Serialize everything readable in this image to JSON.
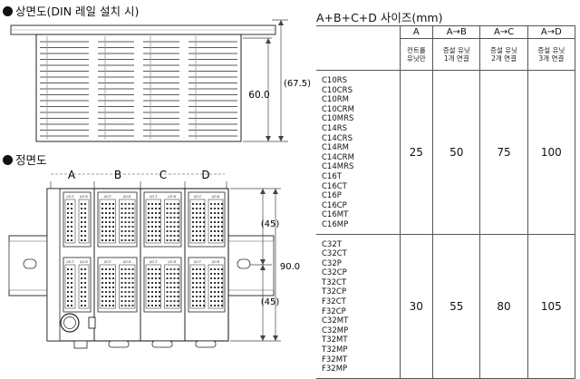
{
  "top_view": {
    "title": "상면도(DIN 레일 설치 시)",
    "dim_inner": "60.0",
    "dim_outer": "(67.5)"
  },
  "front_view": {
    "title": "정면도",
    "segments": [
      "A",
      "B",
      "C",
      "D"
    ],
    "dim_upper": "(45)",
    "dim_lower": "(45)",
    "dim_total": "90.0",
    "module_label_left": "I/O-T",
    "module_label_right": "I/O-R"
  },
  "size_table": {
    "title": "A+B+C+D 사이즈(mm)",
    "columns": [
      {
        "head": "A",
        "sub": [
          "컨트롤",
          "유닛만"
        ]
      },
      {
        "head": "A→B",
        "sub": [
          "증설 유닛",
          "1개 연결"
        ]
      },
      {
        "head": "A→C",
        "sub": [
          "증설 유닛",
          "2개 연결"
        ]
      },
      {
        "head": "A→D",
        "sub": [
          "증설 유닛",
          "3개 연결"
        ]
      }
    ],
    "rows": [
      {
        "models_col1": [
          "C10RS",
          "C10CRS",
          "C10RM",
          "C10CRM",
          "C10MRS",
          "C14RS",
          "C14CRS",
          "C14RM",
          "C14CRM",
          "C14MRS"
        ],
        "models_col2": [
          "C16T",
          "C16CT",
          "C16P",
          "C16CP",
          "C16MT",
          "C16MP"
        ],
        "values": [
          "25",
          "50",
          "75",
          "100"
        ]
      },
      {
        "models_col1": [
          "C32T",
          "C32CT",
          "C32P",
          "C32CP",
          "T32CT",
          "T32CP",
          "F32CT",
          "F32CP"
        ],
        "models_col2": [
          "C32MT",
          "C32MP",
          "T32MT",
          "T32MP",
          "F32MT",
          "F32MP"
        ],
        "values": [
          "30",
          "55",
          "80",
          "105"
        ]
      }
    ]
  }
}
